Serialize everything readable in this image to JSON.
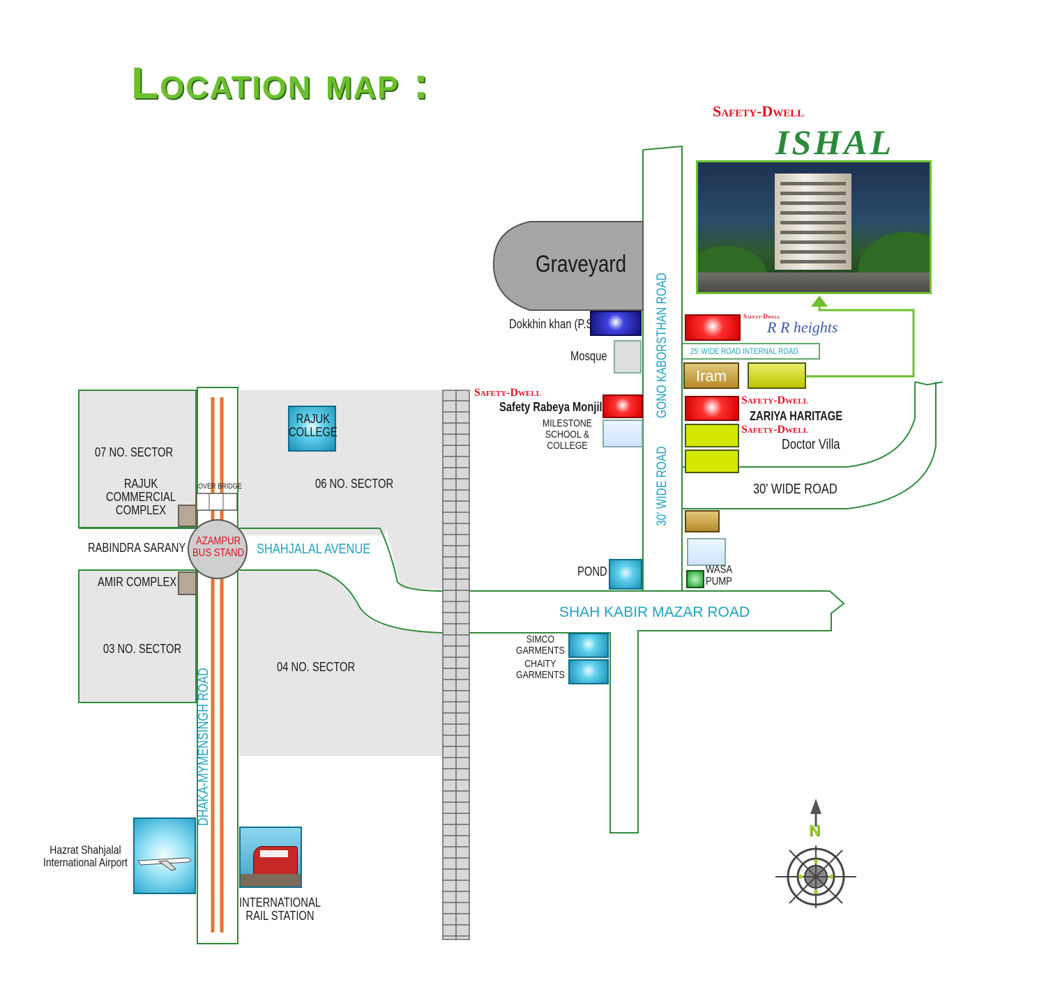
{
  "title": "Location map :",
  "brand": {
    "company": "Safety-Dwell",
    "project": "ISHAL"
  },
  "landmarks": {
    "graveyard": "Graveyard",
    "dokkhin_khan": "Dokkhin khan (P.S)",
    "mosque": "Mosque",
    "rabeya_company": "Safety-Dwell",
    "rabeya": "Safety Rabeya Monjil",
    "milestone": "MILESTONE\nSCHOOL &\nCOLLEGE",
    "rr_company": "Safety-Dwell",
    "rr_heights": "R R heights",
    "internal_road": "25' WIDE ROAD INTERNAL ROAD",
    "iram": "Iram",
    "zariya_company": "Safety-Dwell",
    "zariya": "ZARIYA HARITAGE",
    "doctor_company": "Safety-Dwell",
    "doctor_villa": "Doctor Villa",
    "pond": "POND",
    "wasa_pump": "WASA\nPUMP",
    "simco": "SIMCO\nGARMENTS",
    "chaity": "CHAITY\nGARMENTS",
    "rajuk_college": "RAJUK\nCOLLEGE",
    "rajuk_commercial": "RAJUK\nCOMMERCIAL\nCOMPLEX",
    "amir_complex": "AMIR COMPLEX",
    "over_bridge": "OVER BRIDGE",
    "azampur": "AZAMPUR\nBUS STAND",
    "airport": "Hazrat Shahjalal\nInternational Airport",
    "rail_station": "INTERNATIONAL\nRAIL STATION"
  },
  "sectors": {
    "s07": "07 NO. SECTOR",
    "s06": "06 NO. SECTOR",
    "s03": "03 NO. SECTOR",
    "s04": "04 NO. SECTOR"
  },
  "roads": {
    "gono_kaborsthan": "GONO KABORSTHAN ROAD",
    "wide_30_vertical": "30' WIDE ROAD",
    "wide_30_horizontal": "30' WIDE ROAD",
    "shah_kabir": "SHAH KABIR MAZAR ROAD",
    "shahjalal_avenue": "SHAHJALAL AVENUE",
    "rabindra_sarany": "RABINDRA SARANY",
    "dhaka_mymensingh": "DHAKA-MYMENSINGH ROAD"
  },
  "compass": {
    "north": "N"
  },
  "colors": {
    "title_green": "#6cc02e",
    "road_outline": "#2e8b3a",
    "road_label": "#1fa2c2",
    "brand_red": "#e01020",
    "sector_fill": "#e6e6e6",
    "rail_orange": "#e8742a"
  }
}
